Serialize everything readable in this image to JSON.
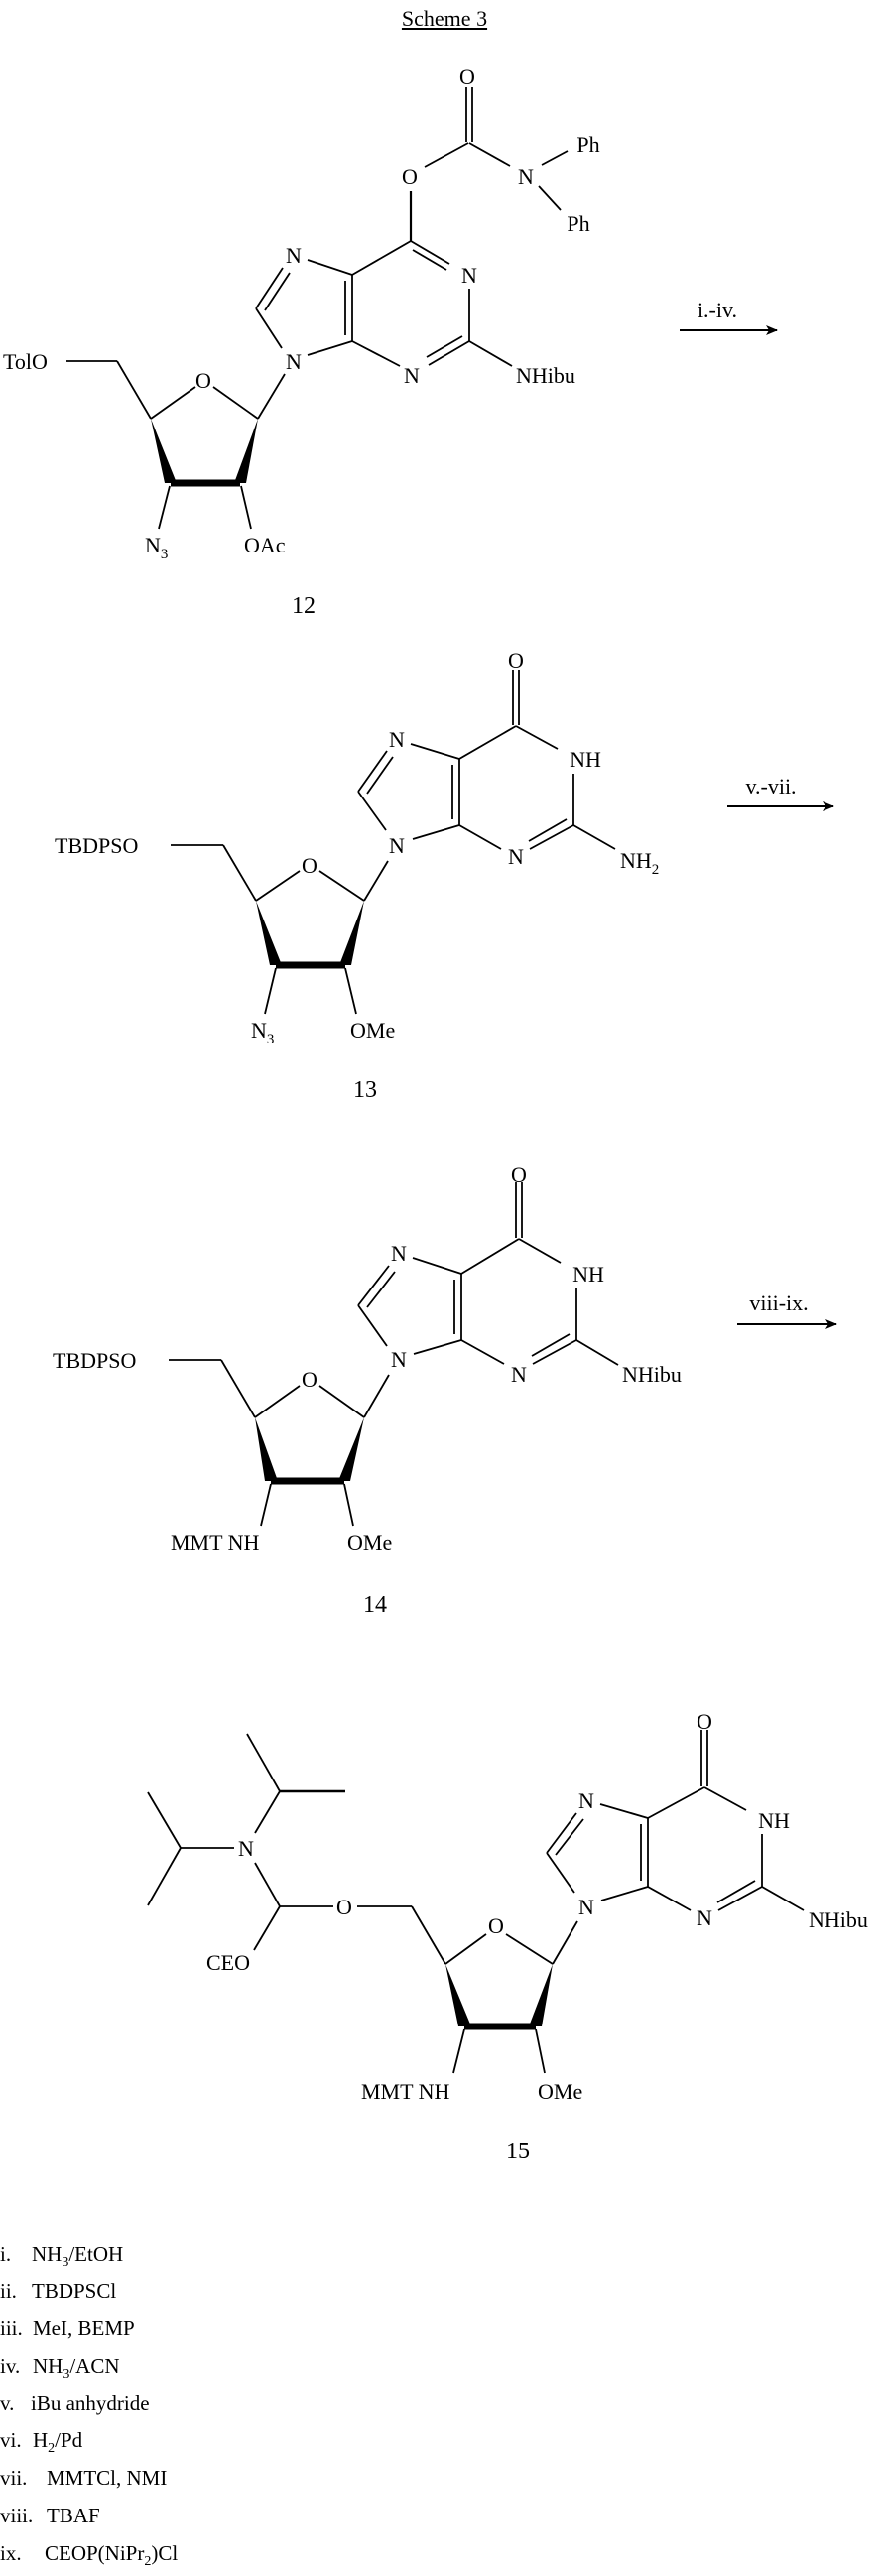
{
  "title": "Scheme 3",
  "compounds": [
    {
      "id": "12",
      "labels": {
        "carbonyl_o": "O",
        "ester_o": "O",
        "amide_n": "N",
        "ph_top": "Ph",
        "ph_bottom": "Ph",
        "n1": "N",
        "n3": "N",
        "n7": "N",
        "n9": "N",
        "c2_sub": "NHibu",
        "c5_sub": "TolO",
        "ring_o": "O",
        "c3_sub": "N",
        "c3_sub_subscript": "3",
        "c2p_sub": "OAc"
      }
    },
    {
      "id": "13",
      "labels": {
        "carbonyl_o": "O",
        "n1": "NH",
        "n3": "N",
        "n7": "N",
        "n9": "N",
        "c2_sub": "NH",
        "c2_sub_subscript": "2",
        "c5_sub": "TBDPSO",
        "ring_o": "O",
        "c3_sub": "N",
        "c3_sub_subscript": "3",
        "c2p_sub": "OMe"
      }
    },
    {
      "id": "14",
      "labels": {
        "carbonyl_o": "O",
        "n1": "NH",
        "n3": "N",
        "n7": "N",
        "n9": "N",
        "c2_sub": "NHibu",
        "c5_sub": "TBDPSO",
        "ring_o": "O",
        "c3_sub": "MMT NH",
        "c2p_sub": "OMe"
      }
    },
    {
      "id": "15",
      "labels": {
        "carbonyl_o": "O",
        "n1": "NH",
        "n3": "N",
        "n7": "N",
        "n9": "N",
        "c2_sub": "NHibu",
        "amine_n": "N",
        "linker_o": "O",
        "ceo": "CEO",
        "ring_o": "O",
        "c3_sub": "MMT NH",
        "c2p_sub": "OMe"
      }
    }
  ],
  "arrows": [
    {
      "label": "i.-iv."
    },
    {
      "label": "v.-vii."
    },
    {
      "label": "viii-ix."
    }
  ],
  "reagents": [
    {
      "index": "i.",
      "pre": "NH",
      "sub": "3",
      "post": "/EtOH"
    },
    {
      "index": "ii.",
      "pre": "TBDPSCl",
      "sub": "",
      "post": ""
    },
    {
      "index": "iii.",
      "pre": "MeI, BEMP",
      "sub": "",
      "post": ""
    },
    {
      "index": "iv.",
      "pre": "NH",
      "sub": "3",
      "post": "/ACN"
    },
    {
      "index": "v.",
      "pre": "iBu anhydride",
      "sub": "",
      "post": ""
    },
    {
      "index": "vi.",
      "pre": "H",
      "sub": "2",
      "post": "/Pd"
    },
    {
      "index": "vii.",
      "pre": "MMTCl, NMI",
      "sub": "",
      "post": ""
    },
    {
      "index": "viii.",
      "pre": "TBAF",
      "sub": "",
      "post": ""
    },
    {
      "index": "ix.",
      "pre": "CEOP(NiPr",
      "sub": "2",
      "post": ")Cl"
    }
  ]
}
